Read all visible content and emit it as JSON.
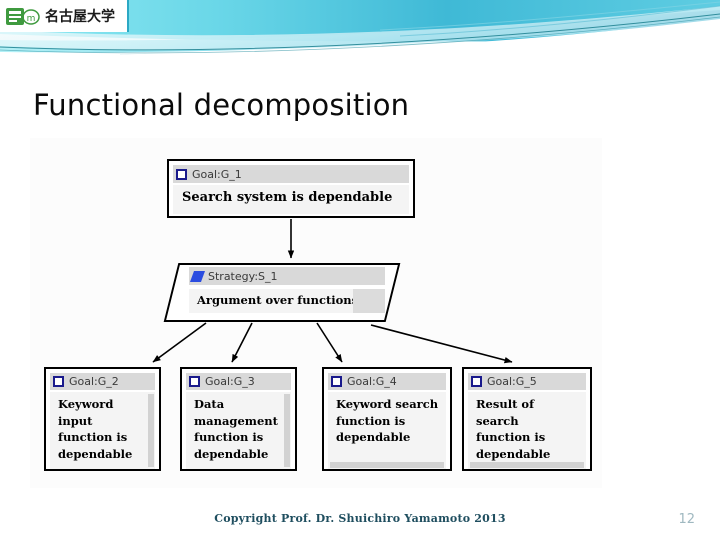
{
  "header": {
    "logo_text": "名古屋大学",
    "logo_icon": "university-emblem-icon",
    "band_colors": {
      "cyan_light": "#7fe3ef",
      "cyan_mid": "#4fc8e0",
      "teal_line": "#1c7f8e",
      "white": "#ffffff"
    }
  },
  "slide": {
    "title": "Functional decomposition"
  },
  "diagram": {
    "goal_icon_name": "goal-square-icon",
    "strategy_icon_name": "strategy-parallelogram-icon",
    "nodes": [
      {
        "id": "G_1",
        "kind": "goal",
        "head_label": "Goal:G_1",
        "text": "Search system is dependable"
      },
      {
        "id": "S_1",
        "kind": "strategy",
        "head_label": "Strategy:S_1",
        "text": "Argument over functions"
      },
      {
        "id": "G_2",
        "kind": "goal",
        "head_label": "Goal:G_2",
        "text": "Keyword\ninput\nfunction is\ndependable"
      },
      {
        "id": "G_3",
        "kind": "goal",
        "head_label": "Goal:G_3",
        "text": "Data\nmanagement\nfunction is\ndependable"
      },
      {
        "id": "G_4",
        "kind": "goal",
        "head_label": "Goal:G_4",
        "text": "Keyword search\nfunction is\ndependable"
      },
      {
        "id": "G_5",
        "kind": "goal",
        "head_label": "Goal:G_5",
        "text": "Result of search\nfunction is\ndependable"
      }
    ],
    "edges": [
      {
        "from": "G_1",
        "to": "S_1"
      },
      {
        "from": "S_1",
        "to": "G_2"
      },
      {
        "from": "S_1",
        "to": "G_3"
      },
      {
        "from": "S_1",
        "to": "G_4"
      },
      {
        "from": "S_1",
        "to": "G_5"
      }
    ]
  },
  "footer": {
    "copyright": "Copyright Prof. Dr. Shuichiro Yamamoto 2013",
    "copyright_color": "#1f4e5f",
    "page_number": "12",
    "page_number_color": "#9fb8c0"
  }
}
